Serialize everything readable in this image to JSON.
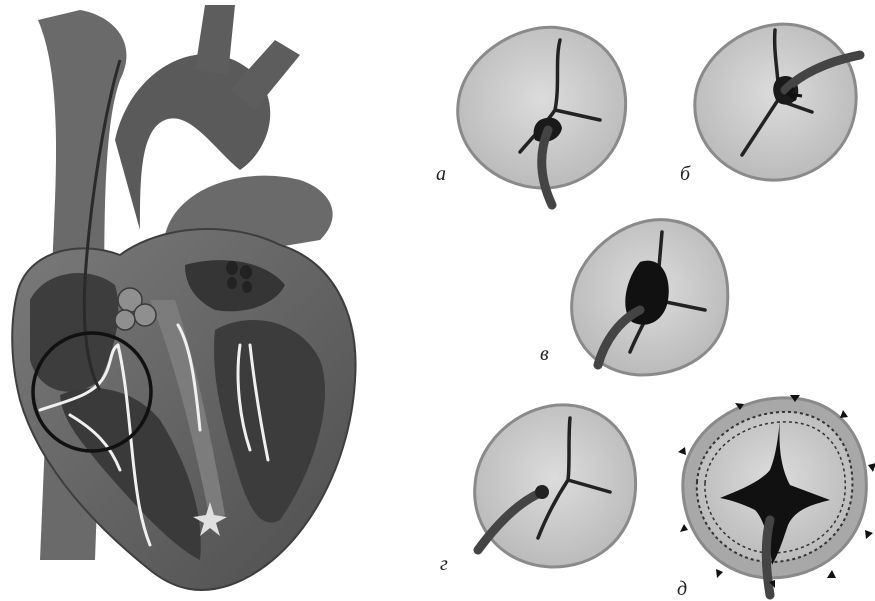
{
  "panels": [
    {
      "id": "a",
      "label": "а"
    },
    {
      "id": "b",
      "label": "б"
    },
    {
      "id": "v",
      "label": "в"
    },
    {
      "id": "g",
      "label": "г"
    },
    {
      "id": "d",
      "label": "д"
    }
  ],
  "colors": {
    "background": "#ffffff",
    "heart_dark": "#4a4a4a",
    "heart_mid": "#6d6d6d",
    "heart_light": "#9a9a9a",
    "valve_fill": "#c9c9c9",
    "valve_rim": "#8a8a8a",
    "catheter": "#555555",
    "highlight_circle": "#111111"
  }
}
